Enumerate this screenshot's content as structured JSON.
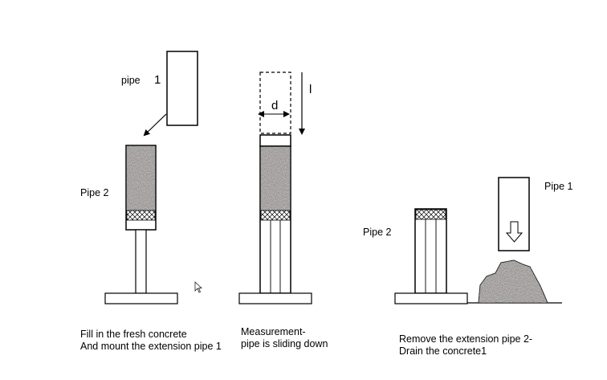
{
  "labels": {
    "pipe_word": "pipe",
    "pipe_number": "1",
    "pipe2_left": "Pipe 2",
    "dim_d": "d",
    "dim_l": "l",
    "pipe1_right": "Pipe 1",
    "pipe2_right": "Pipe 2"
  },
  "captions": {
    "step1_line1": "Fill in the fresh concrete",
    "step1_line2": "And mount the extension pipe 1",
    "step2_line1": "Measurement-",
    "step2_line2": "pipe is sliding down",
    "step3_line1": "Remove the extension pipe 2-",
    "step3_line2": "Drain the concrete1"
  },
  "colors": {
    "stroke": "#000000",
    "concrete": "#9a9393",
    "mesh": "#ffffff"
  },
  "icons": {
    "pipe1_arrow": "arrow-down-icon",
    "cursor": "mouse-pointer-icon"
  }
}
